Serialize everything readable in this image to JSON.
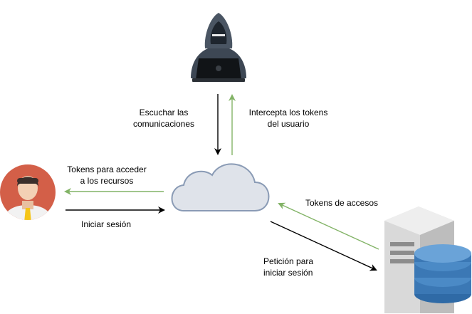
{
  "nodes": {
    "attacker": {
      "icon": "hacker-icon"
    },
    "user": {
      "icon": "user-avatar-icon"
    },
    "cloud": {
      "icon": "cloud-icon"
    },
    "server": {
      "icon": "database-server-icon"
    }
  },
  "edges": {
    "listen": {
      "label": "Escuchar las\ncomunicaciones",
      "color": "#000000"
    },
    "intercept": {
      "label": "Intercepta los tokens\ndel usuario",
      "color": "#82b366"
    },
    "tokens_access": {
      "label": "Tokens para acceder\na los recursos",
      "color": "#82b366"
    },
    "login": {
      "label": "Iniciar sesión",
      "color": "#000000"
    },
    "tokens_grant": {
      "label": "Tokens de accesos",
      "color": "#82b366"
    },
    "request": {
      "label": "Petición para\niniciar sesión",
      "color": "#000000"
    }
  },
  "colors": {
    "green_arrow": "#82b366",
    "black_arrow": "#000000",
    "cloud_fill": "#dfe3ea",
    "cloud_stroke": "#8a9bb5",
    "avatar_bg": "#d35f48",
    "db_blue": "#3b78b5"
  }
}
